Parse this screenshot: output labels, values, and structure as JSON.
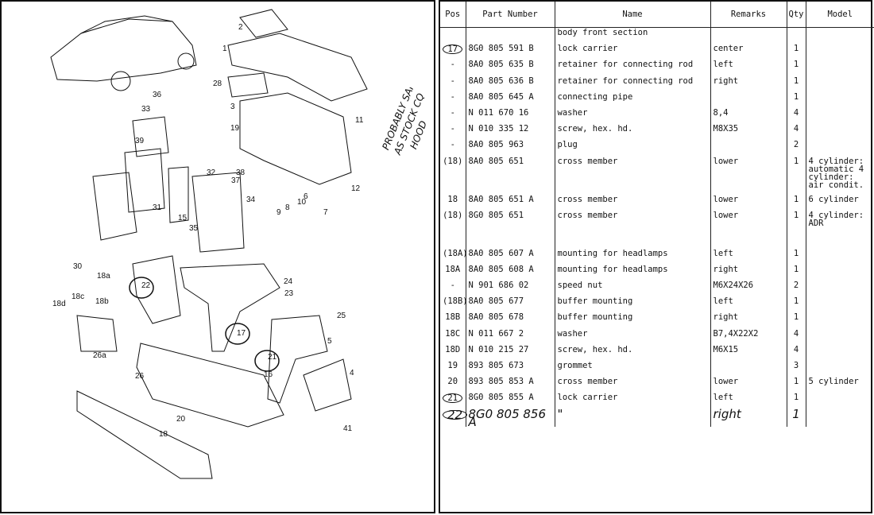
{
  "columns": [
    "Pos",
    "Part Number",
    "Name",
    "Remarks",
    "Qty",
    "Model"
  ],
  "rows": [
    {
      "pos": "",
      "pn": "",
      "name": "body front section",
      "rem": "",
      "qty": "",
      "model": ""
    },
    {
      "pos": "17",
      "pn": "8G0 805 591 B",
      "name": "lock carrier",
      "rem": "center",
      "qty": "1",
      "model": "",
      "circled": true
    },
    {
      "pos": "-",
      "pn": "8A0 805 635 B",
      "name": "retainer for connecting rod",
      "rem": "left",
      "qty": "1",
      "model": ""
    },
    {
      "pos": "-",
      "pn": "8A0 805 636 B",
      "name": "retainer for connecting rod",
      "rem": "right",
      "qty": "1",
      "model": ""
    },
    {
      "pos": "-",
      "pn": "8A0 805 645 A",
      "name": "connecting pipe",
      "rem": "",
      "qty": "1",
      "model": ""
    },
    {
      "pos": "-",
      "pn": "N   011 670 16",
      "name": "washer",
      "rem": "8,4",
      "qty": "4",
      "model": ""
    },
    {
      "pos": "-",
      "pn": "N   010 335 12",
      "name": "screw, hex. hd.",
      "rem": "M8X35",
      "qty": "4",
      "model": ""
    },
    {
      "pos": "-",
      "pn": "8A0 805 963",
      "name": "plug",
      "rem": "",
      "qty": "2",
      "model": ""
    },
    {
      "pos": "(18)",
      "pn": "8A0 805 651",
      "name": "cross member",
      "rem": "lower",
      "qty": "1",
      "model": "4 cylinder: automatic 4 cylinder: air condit."
    },
    {
      "pos": "18",
      "pn": "8A0 805 651 A",
      "name": "cross member",
      "rem": "lower",
      "qty": "1",
      "model": "6 cylinder"
    },
    {
      "pos": "(18)",
      "pn": "8G0 805 651",
      "name": "cross member",
      "rem": "lower",
      "qty": "1",
      "model": "4 cylinder: ADR"
    },
    {
      "pos": "(18A)",
      "pn": "8A0 805 607 A",
      "name": "mounting for headlamps",
      "rem": "left",
      "qty": "1",
      "model": ""
    },
    {
      "pos": "18A",
      "pn": "8A0 805 608 A",
      "name": "mounting for headlamps",
      "rem": "right",
      "qty": "1",
      "model": ""
    },
    {
      "pos": "-",
      "pn": "N   901 686 02",
      "name": "speed nut",
      "rem": "M6X24X26",
      "qty": "2",
      "model": ""
    },
    {
      "pos": "(18B)",
      "pn": "8A0 805 677",
      "name": "buffer mounting",
      "rem": "left",
      "qty": "1",
      "model": ""
    },
    {
      "pos": "18B",
      "pn": "8A0 805 678",
      "name": "buffer mounting",
      "rem": "right",
      "qty": "1",
      "model": ""
    },
    {
      "pos": "18C",
      "pn": "N   011 667 2",
      "name": "washer",
      "rem": "B7,4X22X2",
      "qty": "4",
      "model": ""
    },
    {
      "pos": "18D",
      "pn": "N   010 215 27",
      "name": "screw, hex. hd.",
      "rem": "M6X15",
      "qty": "4",
      "model": ""
    },
    {
      "pos": "19",
      "pn": "893 805 673",
      "name": "grommet",
      "rem": "",
      "qty": "3",
      "model": ""
    },
    {
      "pos": "20",
      "pn": "893 805 853 A",
      "name": "cross member",
      "rem": "lower",
      "qty": "1",
      "model": "5 cylinder"
    },
    {
      "pos": "21",
      "pn": "8G0 805 855 A",
      "name": "lock carrier",
      "rem": "left",
      "qty": "1",
      "model": "",
      "circled": true
    },
    {
      "pos": "22",
      "pn": "8G0 805 856 A",
      "name": "\"",
      "rem": "right",
      "qty": "1",
      "model": "",
      "circled": true,
      "handwritten": true
    }
  ],
  "handwritten_note": [
    "PROBABLY SAME",
    "AS STOCK CQ",
    "HOOD"
  ],
  "callouts": [
    "1",
    "2",
    "3",
    "4",
    "5",
    "6",
    "7",
    "8",
    "9",
    "10",
    "11",
    "12",
    "15",
    "16",
    "17",
    "18",
    "18a",
    "18b",
    "18c",
    "18d",
    "19",
    "20",
    "21",
    "22",
    "23",
    "24",
    "25",
    "26",
    "26a",
    "28",
    "30",
    "31",
    "32",
    "33",
    "34",
    "35",
    "36",
    "37",
    "38",
    "39",
    "41"
  ]
}
